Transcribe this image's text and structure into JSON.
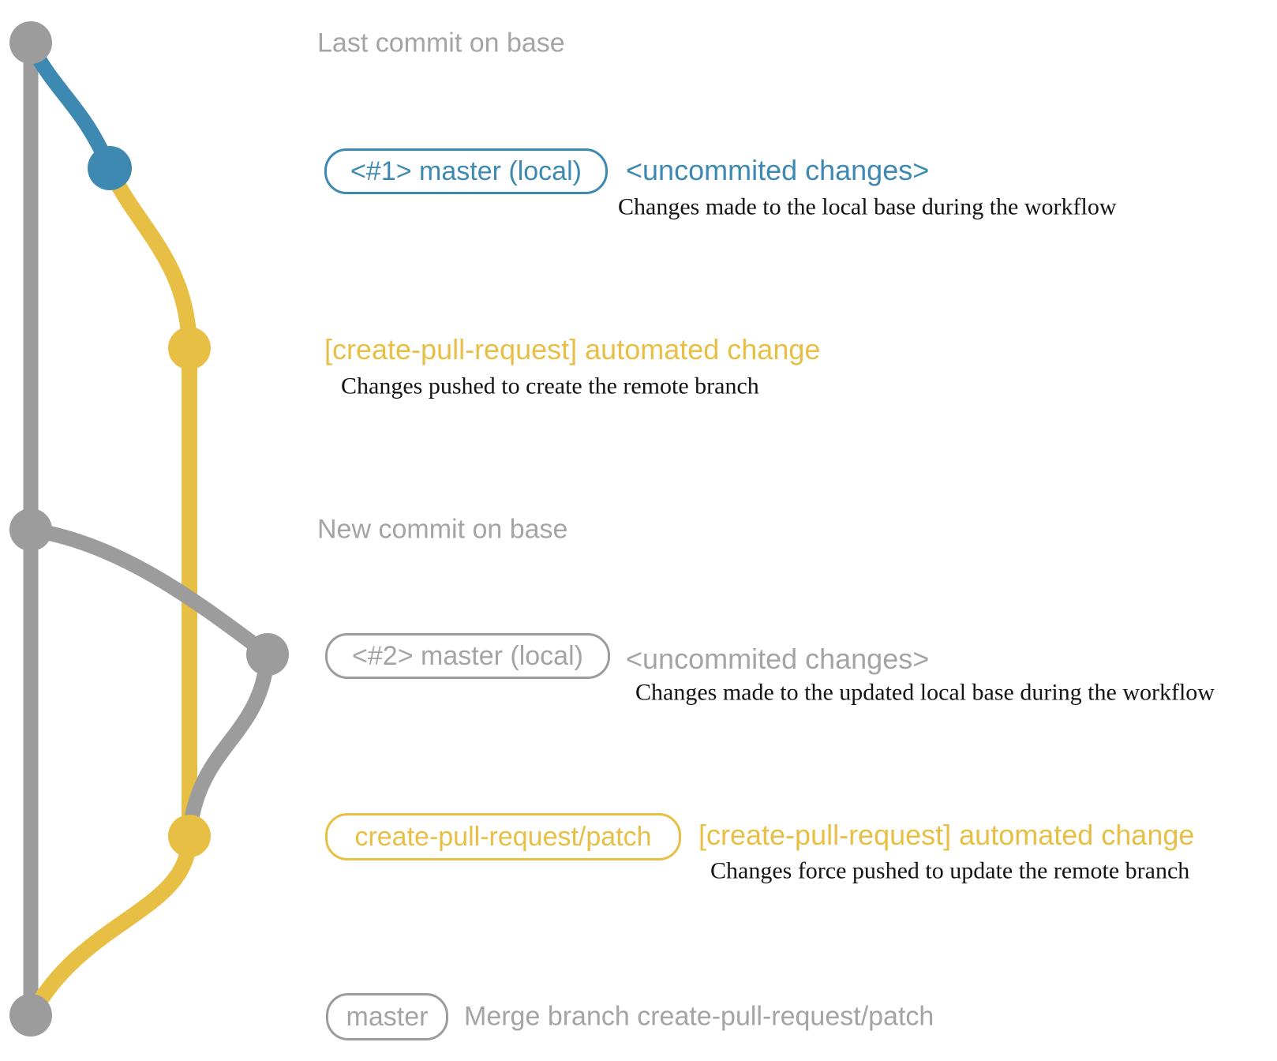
{
  "colors": {
    "gray_line": "#9c9c9c",
    "gray_text": "#a4a4a4",
    "blue": "#3d89b1",
    "yellow": "#e8bf45",
    "detail_text": "#141414"
  },
  "labels": {
    "last_commit": "Last commit on base",
    "new_commit": "New commit on base"
  },
  "rows": {
    "r1": {
      "badge": "<#1> master (local)",
      "annotation": "<uncommited changes>",
      "detail": "Changes made to the local base during the workflow"
    },
    "r2": {
      "annotation": "[create-pull-request] automated change",
      "detail": "Changes pushed to create the remote branch"
    },
    "r4": {
      "badge": "<#2> master (local)",
      "annotation": "<uncommited changes>",
      "detail": "Changes made to the updated local base during the workflow"
    },
    "r5": {
      "badge": "create-pull-request/patch",
      "annotation": "[create-pull-request] automated change",
      "detail": "Changes force pushed to update the remote branch"
    },
    "r6": {
      "badge": "master",
      "annotation": "Merge branch create-pull-request/patch"
    }
  },
  "graph": {
    "branches": [
      "base (gray)",
      "local master (blue)",
      "create-pull-request/patch (yellow)"
    ],
    "commit_nodes": [
      "last-commit-on-base",
      "local-uncommited-changes-1",
      "automated-change-1",
      "new-commit-on-base",
      "local-uncommited-changes-2",
      "automated-change-2 (force push)",
      "merge-commit-master"
    ]
  }
}
